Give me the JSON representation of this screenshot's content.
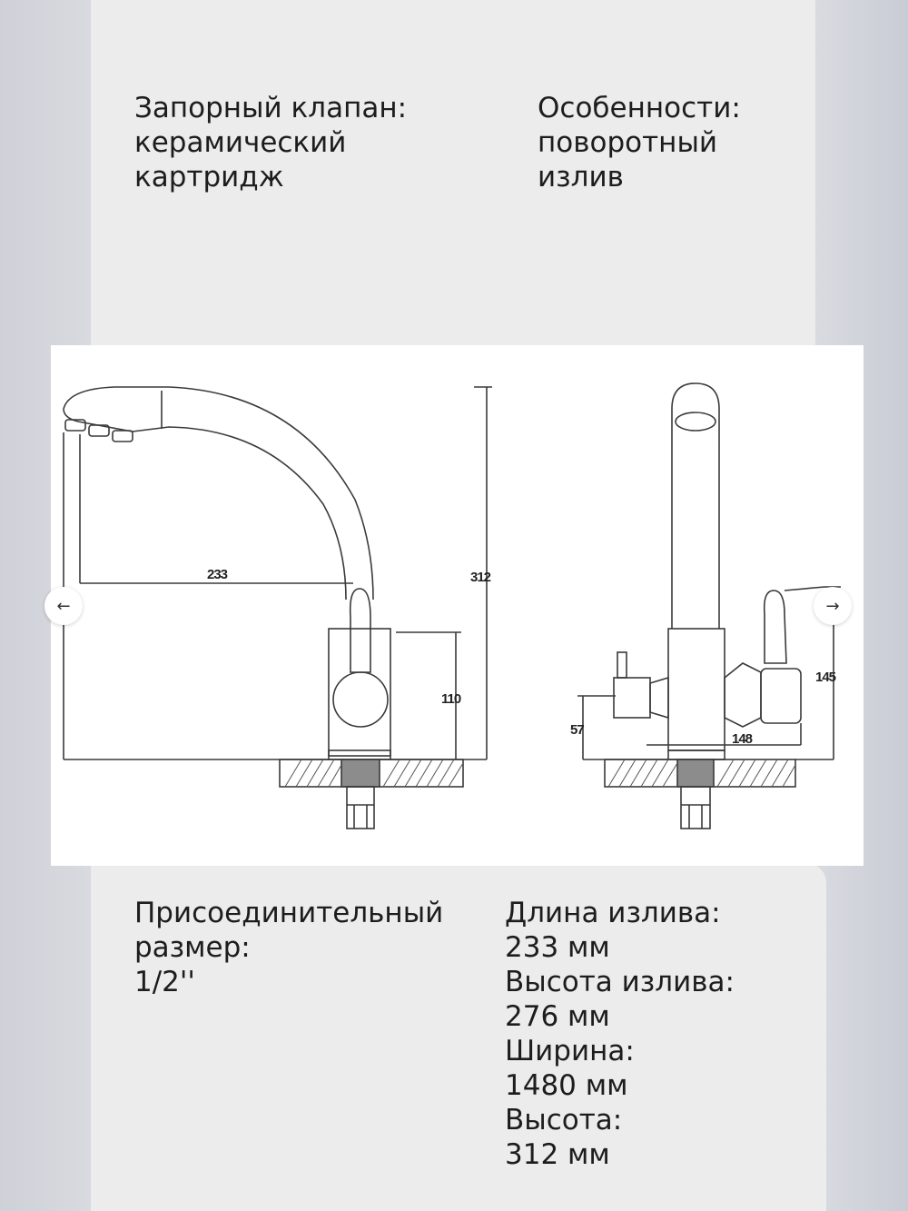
{
  "specs_top": {
    "valve": "Запорный клапан:\nкерамический\nкартридж",
    "features": "Особенности:\nповоротный\nизлив"
  },
  "drawing": {
    "dim_spout_length": "233",
    "dim_height": "312",
    "dim_lever_height": "110",
    "dim_side_low": "57",
    "dim_side_width": "148",
    "dim_side_height": "145"
  },
  "specs_bottom": {
    "connection": "Присоединительный\nразмер:\n1/2''",
    "dimensions": "Длина излива:\n233 мм\nВысота излива:\n276 мм\nШирина:\n1480 мм\nВысота:\n312 мм"
  },
  "nav": {
    "prev": "←",
    "next": "→"
  }
}
